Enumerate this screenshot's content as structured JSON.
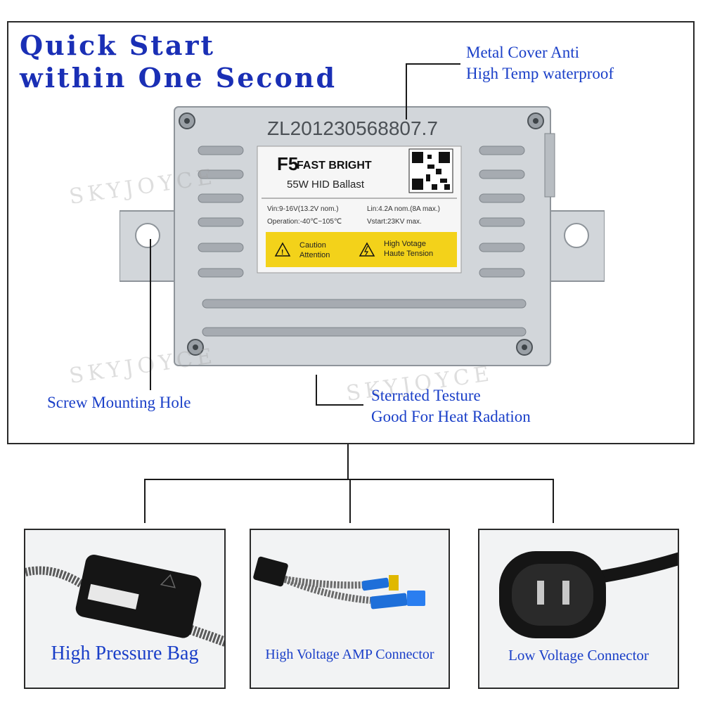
{
  "headline": {
    "line1": "Quick Start",
    "line2": "within One Second"
  },
  "callouts": {
    "metal_cover_line1": "Metal Cover Anti",
    "metal_cover_line2": "High Temp waterproof",
    "screw_hole": "Screw Mounting Hole",
    "texture_line1": "Sterrated Testure",
    "texture_line2": "Good For Heat Radation"
  },
  "ballast": {
    "serial": "ZL201230568807.7",
    "label_model": "F5",
    "label_brand": "FAST BRIGHT",
    "label_subtitle": "55W HID Ballast",
    "spec_voltage": "Vin:9-16V(13.2V nom.)",
    "spec_current": "Lin:4.2A nom.(8A max.)",
    "spec_operation": "Operation:-40℃~105℃",
    "spec_vstart": "Vstart:23KV max.",
    "caution_line1": "Caution",
    "caution_line2": "Attention",
    "hv_line1": "High Votage",
    "hv_line2": "Haute Tension"
  },
  "watermark": "SKYJOYCE",
  "panels": [
    {
      "caption": "High Pressure Bag"
    },
    {
      "caption": "High Voltage AMP Connector"
    },
    {
      "caption": "Low Voltage Connector"
    }
  ],
  "colors": {
    "accent_blue": "#1a3fc8",
    "headline_blue": "#1a2fb5",
    "label_yellow": "#f3d21a",
    "metal": "#d2d6da"
  }
}
